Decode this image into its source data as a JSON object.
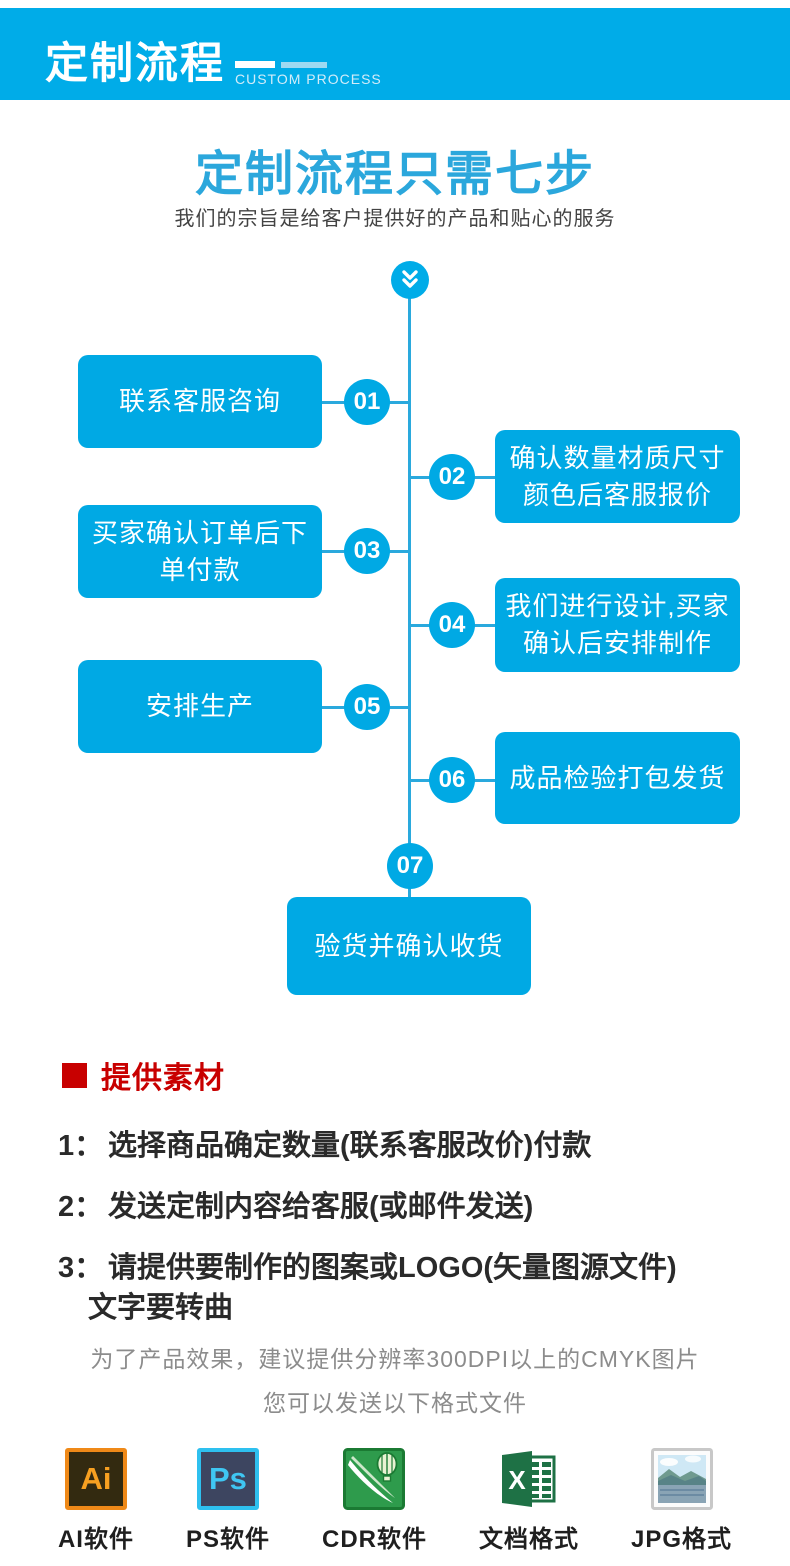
{
  "colors": {
    "primary_blue": "#00ace8",
    "box_blue": "#00a9e4",
    "title_blue": "#2ba7dc",
    "accent_red": "#c80000",
    "gray_note": "#8c8c8c"
  },
  "banner": {
    "title": "定制流程",
    "subtitle": "CUSTOM PROCESS"
  },
  "intro": {
    "title": "定制流程只需七步",
    "subtitle": "我们的宗旨是给客户提供好的产品和贴心的服务"
  },
  "flow": {
    "steps": [
      {
        "num": "01",
        "lines": [
          "联系客服咨询"
        ],
        "side": "left"
      },
      {
        "num": "02",
        "lines": [
          "确认数量材质尺寸",
          "颜色后客服报价"
        ],
        "side": "right"
      },
      {
        "num": "03",
        "lines": [
          "买家确认订单后下",
          "单付款"
        ],
        "side": "left"
      },
      {
        "num": "04",
        "lines": [
          "我们进行设计,买家",
          "确认后安排制作"
        ],
        "side": "right"
      },
      {
        "num": "05",
        "lines": [
          "安排生产"
        ],
        "side": "left"
      },
      {
        "num": "06",
        "lines": [
          "成品检验打包发货"
        ],
        "side": "right"
      },
      {
        "num": "07",
        "lines": [
          "验货并确认收货"
        ],
        "side": "center"
      }
    ]
  },
  "materials": {
    "heading": "提供素材",
    "items": [
      {
        "num": "1：",
        "lines": [
          "选择商品确定数量(联系客服改价)付款"
        ]
      },
      {
        "num": "2：",
        "lines": [
          "发送定制内容给客服(或邮件发送)"
        ]
      },
      {
        "num": "3：",
        "lines": [
          "请提供要制作的图案或LOGO(矢量图源文件)",
          "文字要转曲"
        ]
      }
    ],
    "note1": "为了产品效果，建议提供分辨率300DPI以上的CMYK图片",
    "note2": "您可以发送以下格式文件"
  },
  "formats": [
    {
      "icon": "ai-icon",
      "glyph": "Ai",
      "label": "AI软件"
    },
    {
      "icon": "ps-icon",
      "glyph": "Ps",
      "label": "PS软件"
    },
    {
      "icon": "cdr-icon",
      "glyph": "",
      "label": "CDR软件"
    },
    {
      "icon": "doc-icon",
      "glyph": "X",
      "label": "文档格式"
    },
    {
      "icon": "jpg-icon",
      "glyph": "",
      "label": "JPG格式"
    }
  ]
}
